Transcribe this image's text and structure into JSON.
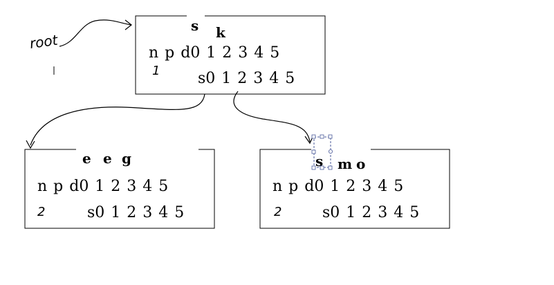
{
  "root_label": "root",
  "root_node": {
    "keys": [
      "s",
      "k"
    ],
    "row1": "n p d0 1 2 3 4 5",
    "row2": "s0 1 2 3 4 5",
    "count": "1"
  },
  "left_node": {
    "keys": [
      "e",
      "e",
      "g"
    ],
    "row1": "n p d0 1 2 3 4 5",
    "row2": "s0 1 2 3 4 5",
    "count": "2"
  },
  "right_node": {
    "keys": [
      "s",
      "m",
      "o"
    ],
    "row1": "n p d0 1 2 3 4 5",
    "row2": "s0 1 2 3 4 5",
    "count": "2"
  }
}
